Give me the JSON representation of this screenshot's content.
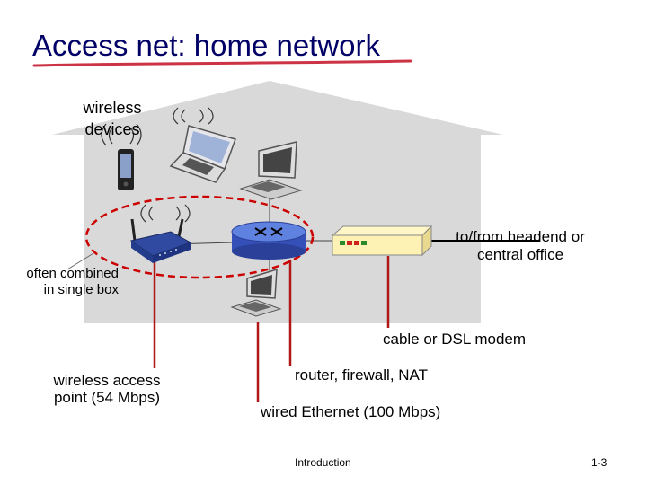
{
  "slide": {
    "title": "Access net: home network",
    "footer_left": "Introduction",
    "footer_right": "1-3"
  },
  "colors": {
    "title": "#000066",
    "title_underline": "#cc3344",
    "house": "#d9d9d9",
    "cable_line": "#b01818",
    "dashed_oval": "#cc0000",
    "modem": "#fdf2b3"
  },
  "icons": [
    "wifi-waves-icon",
    "smartphone-icon",
    "laptop-icon",
    "desktop-pc-icon",
    "wireless-router-icon",
    "router-icon",
    "cable-modem-icon"
  ],
  "labels": {
    "wireless_devices_1": "wireless",
    "wireless_devices_2": "devices",
    "headend_1": "to/from headend or",
    "headend_2": "central office",
    "combined_1": "often combined",
    "combined_2": "in single box",
    "cable_modem": "cable or DSL modem",
    "wap_1": "wireless access",
    "wap_2": "point (54 Mbps)",
    "router": "router, firewall, NAT",
    "ethernet": "wired Ethernet (100 Mbps)"
  }
}
